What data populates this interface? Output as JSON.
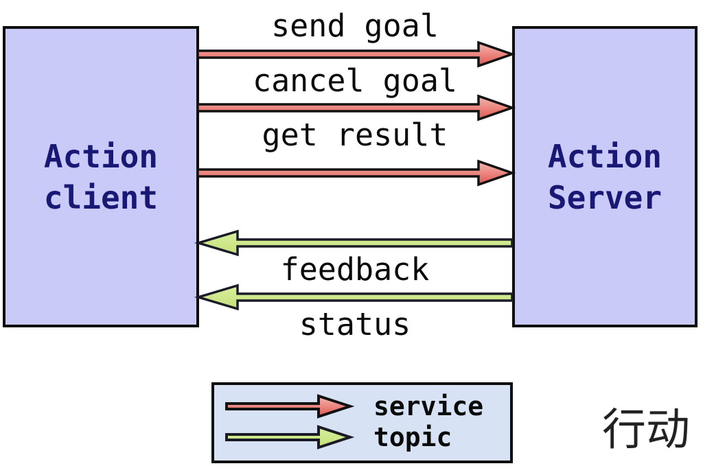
{
  "diagram": {
    "title_hint": "ROS action communication diagram",
    "client_box": {
      "label": "Action\nclient"
    },
    "server_box": {
      "label": "Action\nServer"
    },
    "arrows": [
      {
        "label": "send goal",
        "type": "service",
        "direction": "right",
        "from": "Action client",
        "to": "Action Server"
      },
      {
        "label": "cancel goal",
        "type": "service",
        "direction": "right",
        "from": "Action client",
        "to": "Action Server"
      },
      {
        "label": "get result",
        "type": "service",
        "direction": "right",
        "from": "Action client",
        "to": "Action Server"
      },
      {
        "label": "feedback",
        "type": "topic",
        "direction": "left",
        "from": "Action Server",
        "to": "Action client"
      },
      {
        "label": "status",
        "type": "topic",
        "direction": "left",
        "from": "Action Server",
        "to": "Action client"
      }
    ],
    "legend": {
      "items": [
        {
          "label": "service",
          "arrow_color": "#e87c74"
        },
        {
          "label": "topic",
          "arrow_color": "#c9e687"
        }
      ]
    },
    "caption": "行动",
    "colors": {
      "box_fill": "#cacaf9",
      "box_text": "#191975",
      "service_arrow": "#e87c74",
      "topic_arrow": "#c9e687",
      "legend_fill": "#d7e3f4",
      "outline": "#0d0d0d",
      "background": "#ffffff"
    }
  }
}
